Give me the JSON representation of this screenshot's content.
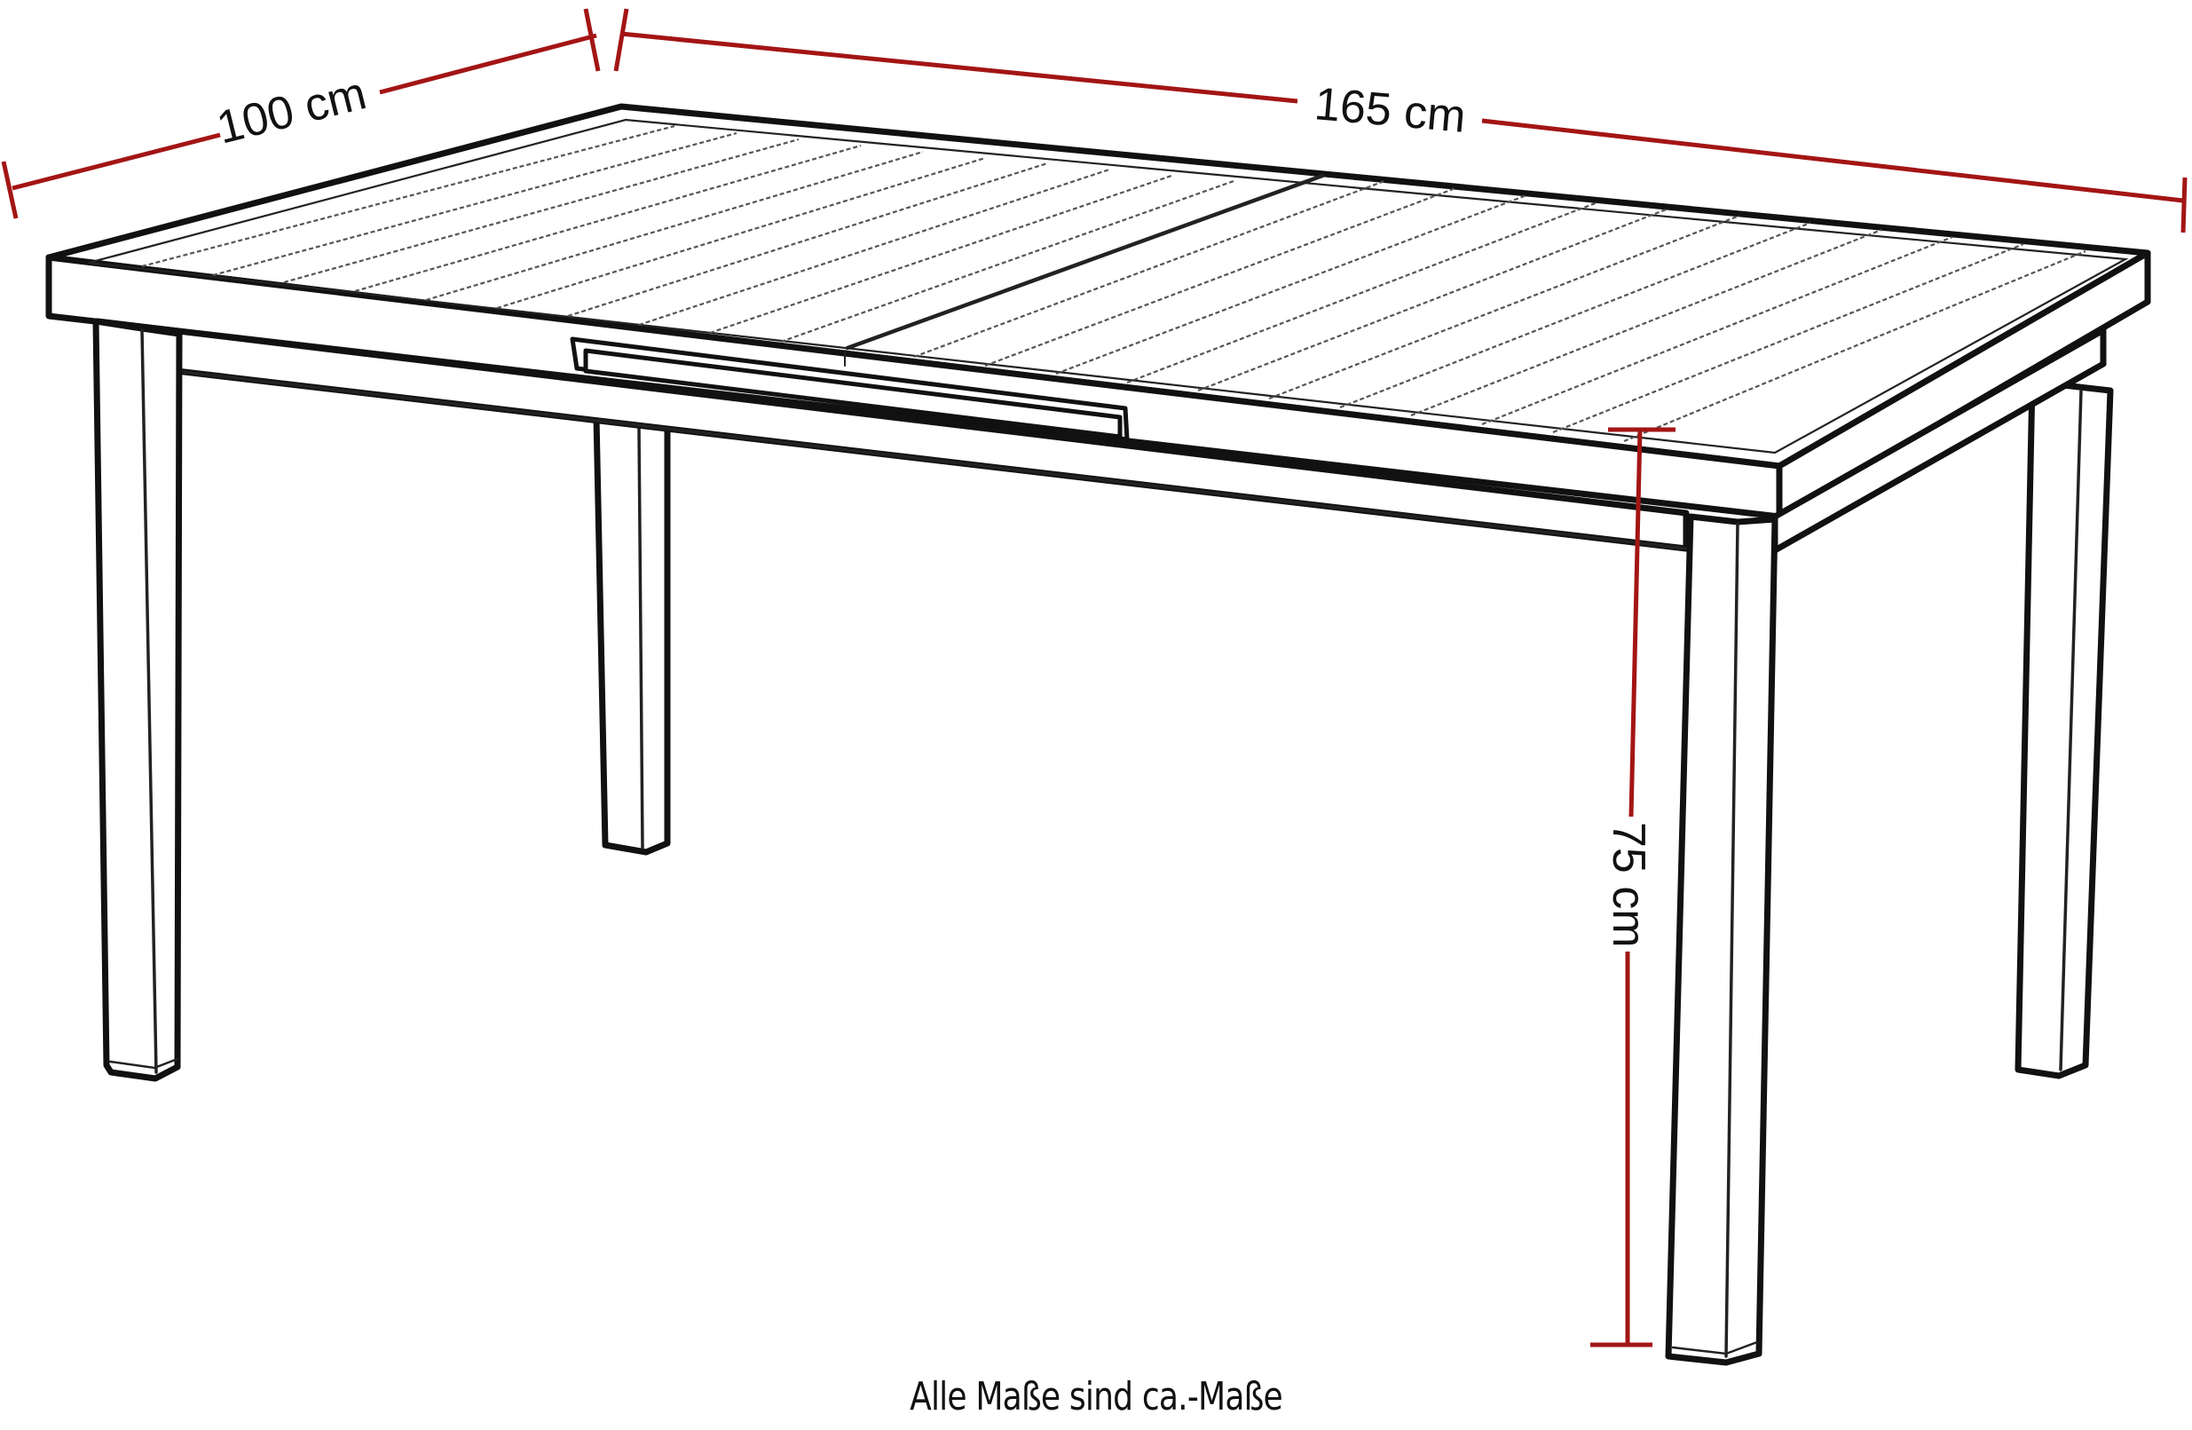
{
  "diagram": {
    "subject": "Extendable garden dining table line drawing",
    "colors": {
      "dimension_line": "#a31515",
      "outline": "#111111",
      "background": "#ffffff"
    },
    "dimensions": {
      "depth": {
        "label": "100 cm",
        "value": 100,
        "unit": "cm"
      },
      "length": {
        "label": "165 cm",
        "value": 165,
        "unit": "cm"
      },
      "height": {
        "label": "75 cm",
        "value": 75,
        "unit": "cm"
      }
    },
    "caption": "Alle Maße sind ca.-Maße"
  }
}
